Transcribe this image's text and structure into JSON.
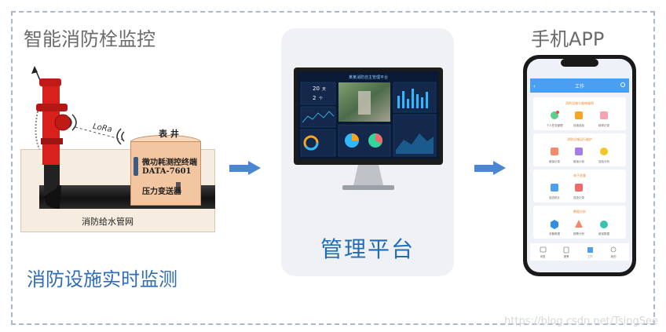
{
  "sections": {
    "hydrant_title": "智能消防栓监控",
    "platform_label": "管理平台",
    "phone_title": "手机APP",
    "bottom_caption": "消防设施实时监测"
  },
  "hydrant_scene": {
    "lora_label": "LoRa",
    "well_label": "表 井",
    "device_label_1": "微功耗测控终端",
    "device_label_2": "DATA-7601",
    "device_label_3": "压力变送器",
    "pipe_label": "消防给水管网"
  },
  "dashboard": {
    "title": "某某消防自主管理平台",
    "stat_1": "20",
    "stat_1_unit": "天",
    "stat_2": "2",
    "stat_2_unit": "个"
  },
  "phone_app": {
    "header_title": "工作",
    "section_1_title": "消防设施与维修维保",
    "section_1_items": [
      "个人任务管理",
      "设施巡检",
      "维修记录"
    ],
    "section_2_title": "消防设施运行维护",
    "section_2_items": [
      "维保记录",
      "维保计划",
      "巡检分析"
    ],
    "section_3_title": "电子巡查",
    "section_3_items": [
      "巡查统计",
      "巡查记录"
    ],
    "section_4_title": "数据分析",
    "section_4_items": [
      "设备数据",
      "报警分析",
      "维保数据"
    ],
    "tabs": [
      "消息",
      "报警",
      "工作",
      "我的"
    ]
  },
  "watermark": "https://blog.csdn.net/TsingSee",
  "colors": {
    "accent_blue": "#2f6db5",
    "arrow_blue": "#4a86d4",
    "hydrant_red": "#d8201c",
    "app_header": "#4a9ff0",
    "dashboard_bg": "#0b1a34"
  }
}
